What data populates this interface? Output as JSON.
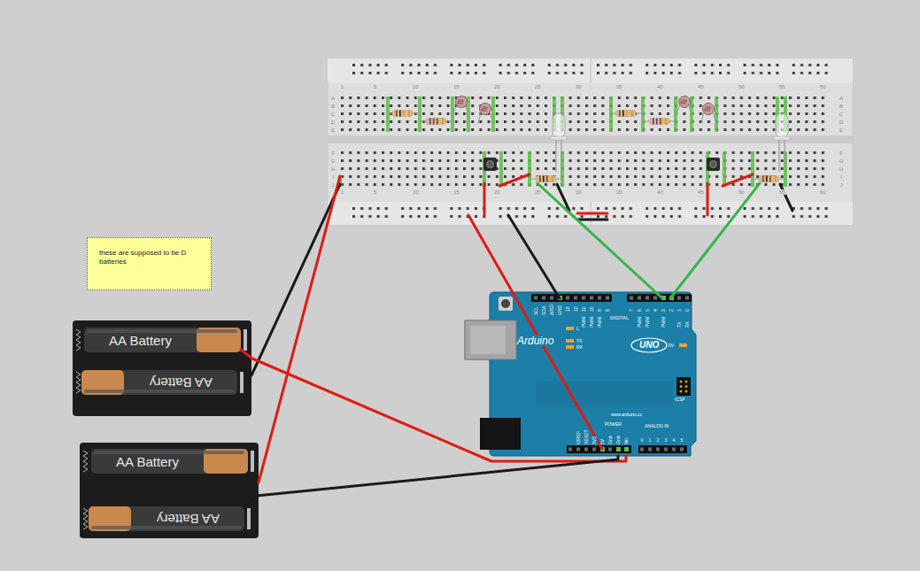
{
  "diagram": {
    "nodes": [
      {
        "text": [
          "these are supposed to be D batteries"
        ]
      },
      {
        "text": [
          "SCL",
          "SDA",
          "AREF",
          "GND",
          "13",
          "12",
          "11",
          "10",
          "9",
          "8",
          "7",
          "6",
          "5",
          "4",
          "3",
          "2",
          "1",
          "0",
          "PWM",
          "PWM",
          "PWM",
          "PWM",
          "PWM",
          "PWM",
          "TX",
          "RX",
          "DIGITAL",
          "L",
          "TX",
          "RX",
          "Arduino",
          "UNO",
          "ON",
          "ICSP",
          "www.arduino.cc",
          "POWER",
          "ANALOG IN",
          "IOREF",
          "RESET",
          "3V3",
          "5V",
          "Gnd",
          "Gnd",
          "Vin",
          "0",
          "1",
          "2",
          "3",
          "4",
          "5"
        ]
      },
      {
        "text": [
          "AA Battery"
        ]
      },
      {
        "text": [
          "AA Battery"
        ]
      },
      {
        "text": [
          "AA Battery"
        ]
      },
      {
        "text": [
          "AA Battery"
        ]
      }
    ],
    "edges": [
      {
        "from": 2,
        "to": 1,
        "arrow": "none"
      },
      {
        "from": 5,
        "to": 1,
        "arrow": "none"
      }
    ],
    "labels": [
      "1",
      "5",
      "10",
      "15",
      "20",
      "25",
      "30",
      "35",
      "40",
      "45",
      "50",
      "55",
      "60",
      "A",
      "A",
      "B",
      "B",
      "C",
      "C",
      "D",
      "D",
      "E",
      "E",
      "F",
      "F",
      "G",
      "G",
      "H",
      "H",
      "I",
      "I",
      "J",
      "J",
      "1",
      "5",
      "10",
      "15",
      "20",
      "25",
      "30",
      "35",
      "40",
      "45",
      "50",
      "55",
      "60"
    ]
  }
}
